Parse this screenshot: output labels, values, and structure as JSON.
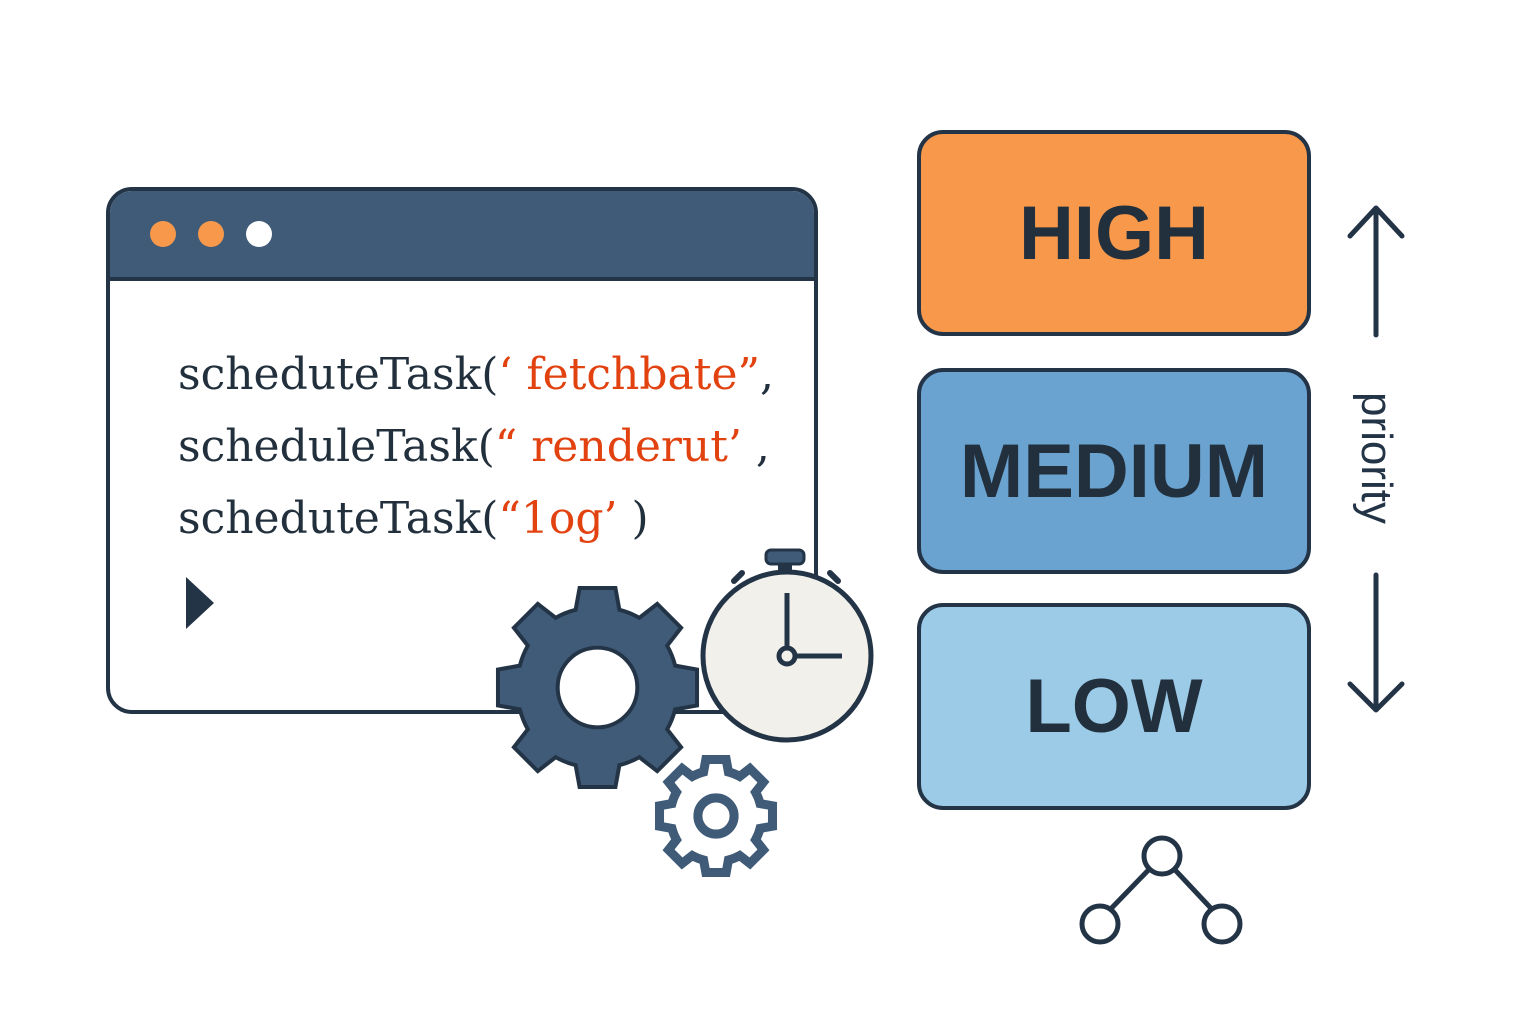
{
  "window": {
    "dots": [
      "#f7984a",
      "#f7984a",
      "#ffffff"
    ],
    "code_lines": [
      {
        "fn": "scheduteTask(",
        "arg": "‘ fetchbate”",
        "tail": ","
      },
      {
        "fn": "scheduleTask(",
        "arg": "“ renderut’",
        "tail": " ,"
      },
      {
        "fn": "scheduteTask(",
        "arg": "“1og’",
        "tail": " )"
      }
    ]
  },
  "priorities": [
    {
      "label": "HIGH",
      "color": "#f7984a"
    },
    {
      "label": "MEDIUM",
      "color": "#6aa3d0"
    },
    {
      "label": "LOW",
      "color": "#9ccbe8"
    }
  ],
  "axis_label": "priority",
  "colors": {
    "ink": "#243447",
    "string": "#e2420f",
    "gear": "#3f5b78",
    "clock_face": "#f2f0ea"
  }
}
